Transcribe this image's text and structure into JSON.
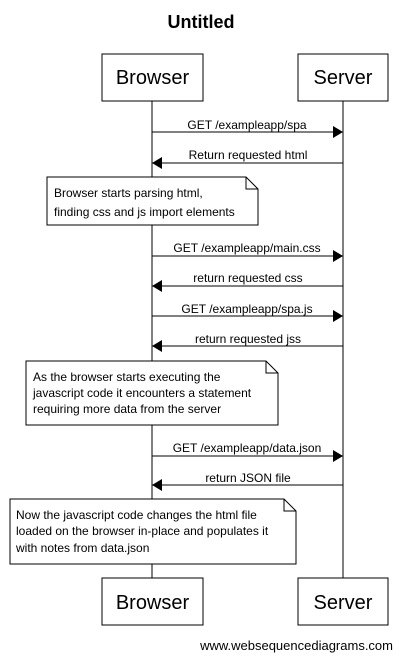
{
  "title": "Untitled",
  "actors": [
    "Browser",
    "Server"
  ],
  "messages": [
    {
      "from": "Browser",
      "to": "Server",
      "label": "GET /exampleapp/spa"
    },
    {
      "from": "Server",
      "to": "Browser",
      "label": "Return requested html"
    },
    {
      "from": "Browser",
      "to": "Server",
      "label": "GET /exampleapp/main.css"
    },
    {
      "from": "Server",
      "to": "Browser",
      "label": "return requested css"
    },
    {
      "from": "Browser",
      "to": "Server",
      "label": "GET /exampleapp/spa.js"
    },
    {
      "from": "Server",
      "to": "Browser",
      "label": "return requested jss"
    },
    {
      "from": "Browser",
      "to": "Server",
      "label": "GET /exampleapp/data.json"
    },
    {
      "from": "Server",
      "to": "Browser",
      "label": "return JSON file"
    }
  ],
  "notes": [
    {
      "lines": [
        "Browser starts parsing html,",
        "finding css and js import elements"
      ]
    },
    {
      "lines": [
        "As the browser starts executing the",
        "javascript code it encounters a statement",
        "requiring more data from the server"
      ]
    },
    {
      "lines": [
        "Now the javascript code changes the html file",
        "loaded on the browser in-place and populates it",
        "with notes from data.json"
      ]
    }
  ],
  "footer": "www.websequencediagrams.com",
  "colors": {
    "line": "#000000",
    "background": "#ffffff"
  }
}
